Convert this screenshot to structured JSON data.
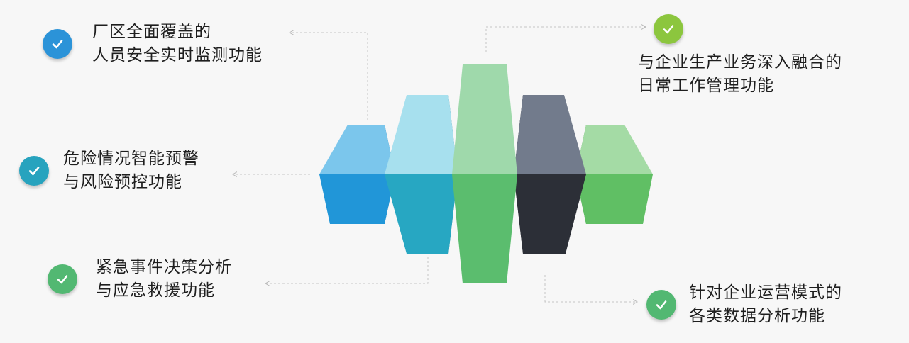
{
  "features": [
    {
      "id": "f1",
      "line1": "厂区全面覆盖的",
      "line2": "人员安全实时监测功能",
      "color": "#2b93d8"
    },
    {
      "id": "f2",
      "line1": "危险情况智能预警",
      "line2": "与风险预控功能",
      "color": "#27a3be"
    },
    {
      "id": "f3",
      "line1": "紧急事件决策分析",
      "line2": "与应急救援功能",
      "color": "#52b872"
    },
    {
      "id": "f4",
      "line1": "与企业生产业务深入融合的",
      "line2": "日常工作管理功能",
      "color": "#8cc63e"
    },
    {
      "id": "f5",
      "line1": "针对企业运营模式的",
      "line2": "各类数据分析功能",
      "color": "#52b872"
    }
  ],
  "icons": {
    "check": "check-icon"
  },
  "colors": {
    "blue": "#2196d8",
    "teal": "#27a7c2",
    "green": "#5bbd6e",
    "dark": "#2c2f37",
    "light_green": "#60bf64",
    "background": "#f7f7f7"
  }
}
